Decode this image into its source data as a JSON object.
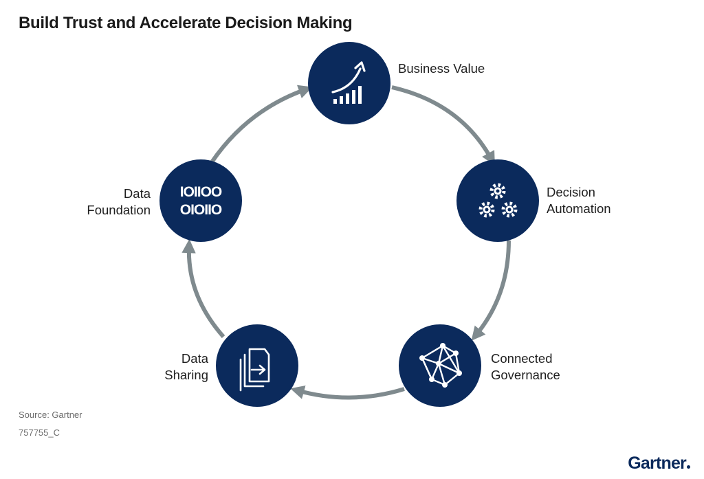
{
  "title": "Build Trust and Accelerate Decision Making",
  "nodes": {
    "business_value": {
      "lines": [
        "Business Value"
      ],
      "icon": "growth-chart-icon"
    },
    "decision_automation": {
      "lines": [
        "Decision",
        "Automation"
      ],
      "icon": "gears-icon"
    },
    "connected_governance": {
      "lines": [
        "Connected",
        "Governance"
      ],
      "icon": "network-mesh-icon"
    },
    "data_sharing": {
      "lines": [
        "Data",
        "Sharing"
      ],
      "icon": "document-transfer-icon"
    },
    "data_foundation": {
      "lines": [
        "Data",
        "Foundation"
      ],
      "icon": "binary-data-icon",
      "binary_rows": [
        "IOIIOO",
        "OIOIIO"
      ]
    }
  },
  "footer": {
    "source": "Source: Gartner",
    "id": "757755_C"
  },
  "logo": {
    "text": "Gartner"
  },
  "colors": {
    "navy": "#0b2a5c",
    "arrow": "#7f8a8e",
    "white": "#ffffff"
  }
}
